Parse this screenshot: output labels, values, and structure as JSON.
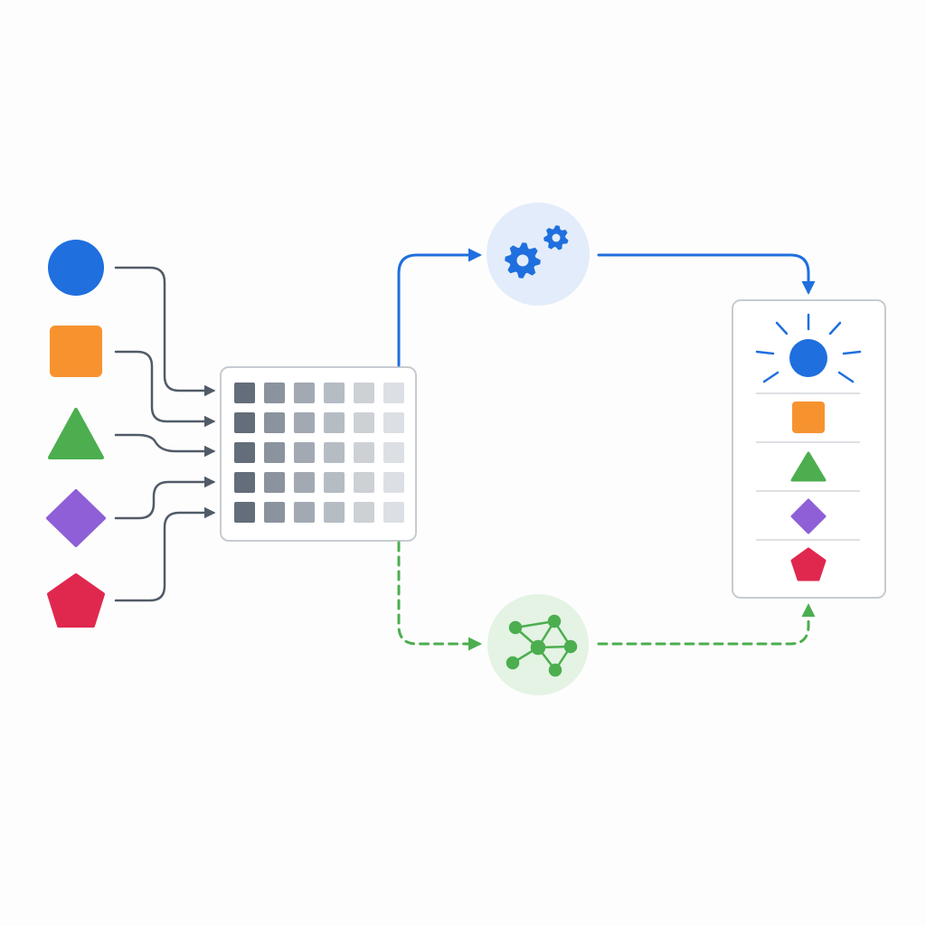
{
  "colors": {
    "background": "#fdfdfd",
    "blue": "#1f6fde",
    "orange": "#f7932f",
    "green": "#4cae4f",
    "purple": "#8e5fd6",
    "red": "#e0284f",
    "connector_gray": "#515b68",
    "panel_border": "#c7cbd1",
    "blue_node_fill": "#e3ecfa",
    "green_node_fill": "#e4f3e4",
    "divider": "#d3d6db"
  },
  "inputs": [
    {
      "shape": "circle",
      "color": "blue"
    },
    {
      "shape": "square",
      "color": "orange"
    },
    {
      "shape": "triangle",
      "color": "green"
    },
    {
      "shape": "diamond",
      "color": "purple"
    },
    {
      "shape": "pentagon",
      "color": "red"
    }
  ],
  "matrix": {
    "rows": 5,
    "columns": 6,
    "column_shades": [
      "#646d7a",
      "#8b939e",
      "#a2a9b2",
      "#b6bcc4",
      "#cdd1d6",
      "#dcdfe3"
    ]
  },
  "nodes": {
    "top": {
      "icon": "gears-icon",
      "edge_style": "solid",
      "color": "blue"
    },
    "bottom": {
      "icon": "network-graph-icon",
      "edge_style": "dashed",
      "color": "green"
    }
  },
  "output_panel": {
    "items": [
      {
        "shape": "circle",
        "color": "blue",
        "highlighted": true
      },
      {
        "shape": "square",
        "color": "orange"
      },
      {
        "shape": "triangle",
        "color": "green"
      },
      {
        "shape": "diamond",
        "color": "purple"
      },
      {
        "shape": "pentagon",
        "color": "red"
      }
    ]
  }
}
